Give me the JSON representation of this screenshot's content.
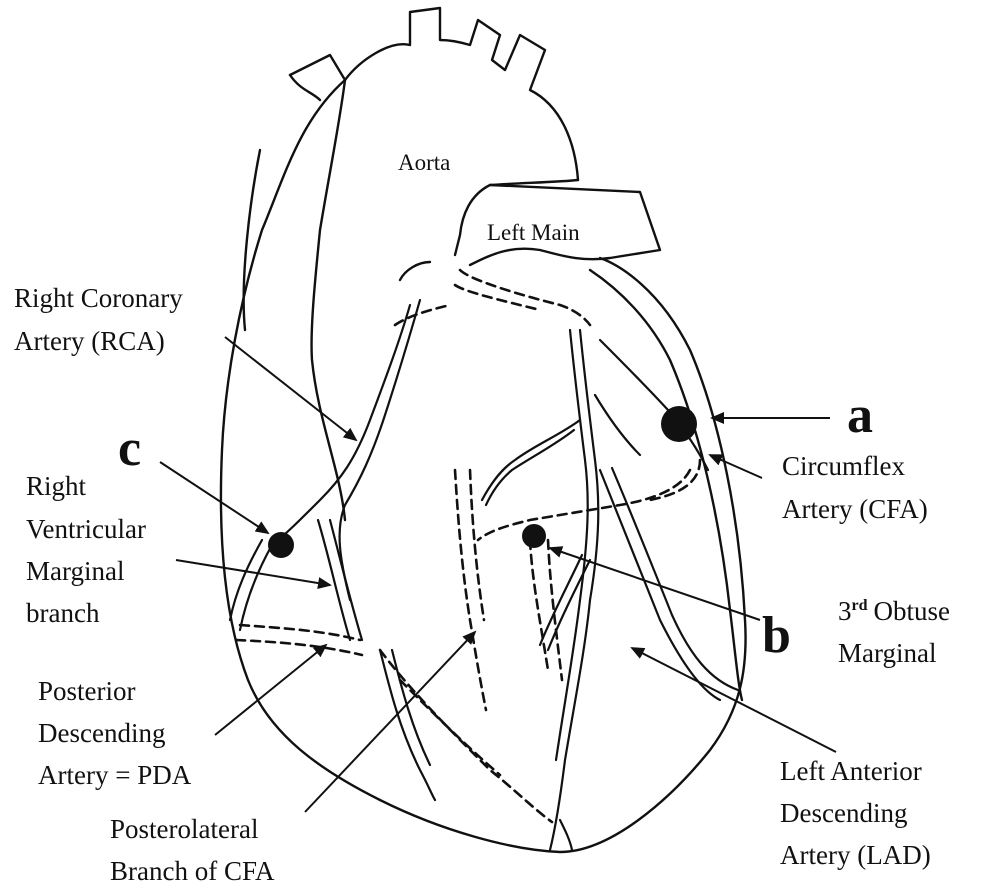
{
  "labels": {
    "aorta": "Aorta",
    "left_main": "Left Main",
    "rca": [
      "Right Coronary",
      "Artery (RCA)"
    ],
    "rv_marginal": [
      "Right",
      "Ventricular",
      "Marginal",
      "branch"
    ],
    "pda": [
      "Posterior",
      "Descending",
      "Artery = PDA"
    ],
    "posterolateral": [
      "Posterolateral",
      "Branch of CFA"
    ],
    "lad": [
      "Left Anterior",
      "Descending",
      "Artery (LAD)"
    ],
    "obtuse_marginal_sup": "rd",
    "obtuse_marginal": [
      "3",
      "Obtuse",
      "Marginal"
    ],
    "cfa": [
      "Circumflex",
      "Artery (CFA)"
    ]
  },
  "markers": {
    "a": "a",
    "b": "b",
    "c": "c"
  },
  "colors": {
    "ink": "#111111",
    "background": "#ffffff"
  }
}
